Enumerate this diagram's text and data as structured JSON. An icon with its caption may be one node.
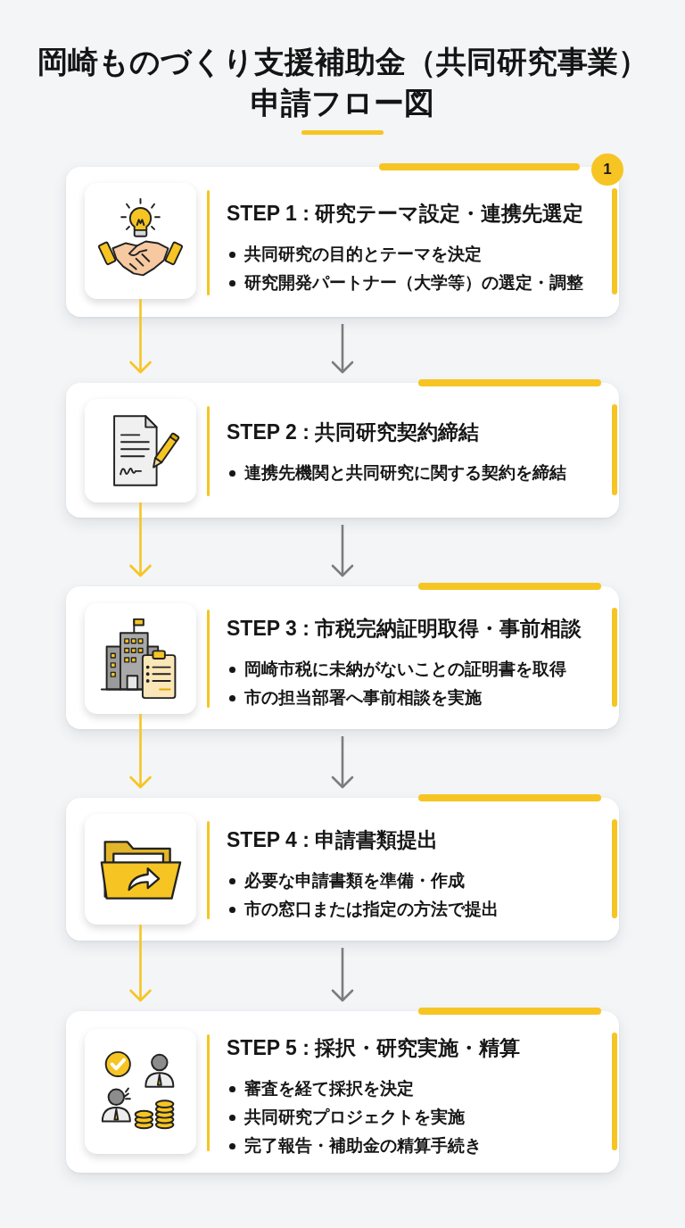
{
  "diagram": {
    "title": "岡崎ものづくり支援補助金（共同研究事業）申請フロー図",
    "nodes": [
      {
        "text": [
          "STEP 1 : 研究テーマ設定・連携先選定",
          "共同研究の目的とテーマを決定",
          "研究開発パートナー（大学等）の選定・調整"
        ],
        "beside": [
          "1"
        ]
      },
      {
        "text": [],
        "shape": "picture",
        "in": 0
      },
      {
        "text": [
          "STEP 2 : 共同研究契約締結",
          "連携先機関と共同研究に関する契約を締結"
        ]
      },
      {
        "text": [],
        "shape": "picture",
        "in": 2
      },
      {
        "text": [
          "STEP 3 : 市税完納証明取得・事前相談",
          "岡崎市税に未納がないことの証明書を取得",
          "市の担当部署へ事前相談を実施"
        ]
      },
      {
        "text": [],
        "shape": "picture",
        "in": 4
      },
      {
        "text": [
          "STEP 4 : 申請書類提出",
          "必要な申請書類を準備・作成",
          "市の窓口または指定の方法で提出"
        ]
      },
      {
        "text": [],
        "shape": "picture",
        "in": 6
      },
      {
        "text": [
          "STEP 5 : 採択・研究実施・精算",
          "審査を経て採択を決定",
          "共同研究プロジェクトを実施",
          "完了報告・補助金の精算手続き"
        ]
      },
      {
        "text": [],
        "shape": "picture",
        "in": 8
      }
    ],
    "edges": [
      {
        "from": 1,
        "to": 2,
        "arrow": "to",
        "color": "#f6c523"
      },
      {
        "from": 0,
        "to": 2,
        "arrow": "to",
        "color": "#7d7d7d"
      },
      {
        "from": 3,
        "to": 4,
        "arrow": "to",
        "color": "#f6c523"
      },
      {
        "from": 2,
        "to": 4,
        "arrow": "to",
        "color": "#7d7d7d"
      },
      {
        "from": 5,
        "to": 6,
        "arrow": "to",
        "color": "#f6c523"
      },
      {
        "from": 4,
        "to": 6,
        "arrow": "to",
        "color": "#7d7d7d"
      },
      {
        "from": 7,
        "to": 8,
        "arrow": "to",
        "color": "#f6c523"
      },
      {
        "from": 6,
        "to": 8,
        "arrow": "to",
        "color": "#7d7d7d"
      }
    ]
  }
}
